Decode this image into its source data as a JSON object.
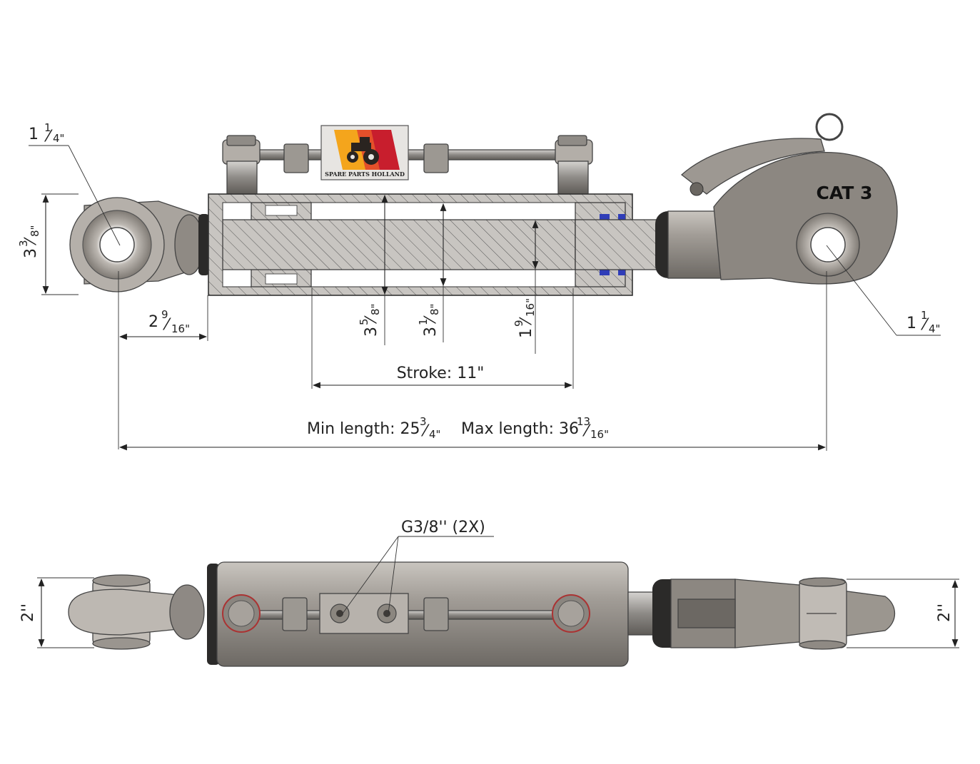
{
  "title": "",
  "logo": {
    "text": "SPARE PARTS HOLLAND",
    "colors": [
      "#f4a51c",
      "#e4502a",
      "#c81e2d"
    ]
  },
  "side_view": {
    "ball_eye_diameter": {
      "whole": "1",
      "num": "1",
      "den": "4\""
    },
    "ball_eye_height": {
      "whole": "3",
      "num": "3",
      "den": "8\""
    },
    "eye_to_cylinder": {
      "whole": "2",
      "num": "9",
      "den": "16\""
    },
    "cylinder_outer": {
      "whole": "3",
      "num": "5",
      "den": "8\""
    },
    "cylinder_bore": {
      "whole": "3",
      "num": "1",
      "den": "8\""
    },
    "piston_rod": {
      "whole": "1",
      "num": "9",
      "den": "16\""
    },
    "hook_diameter": {
      "whole": "1",
      "num": "1",
      "den": "4\""
    },
    "stroke": "Stroke: 11\"",
    "min_length": {
      "label": "Min length: 25",
      "num": "3",
      "den": "4\""
    },
    "max_length": {
      "label": "Max length: 36",
      "num": "13",
      "den": "16\""
    },
    "hook_label": "CAT 3"
  },
  "top_view": {
    "ports": "G3/8'' (2X)",
    "ball_width": "2''",
    "hook_width": "2''"
  },
  "colors": {
    "metal": "#a7a29c",
    "metal_dark": "#7e7a75",
    "accent_seal": "#2f3db8"
  }
}
